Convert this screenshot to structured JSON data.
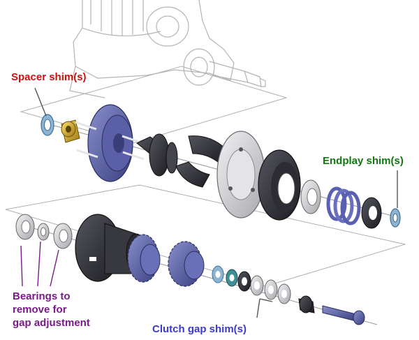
{
  "labels": {
    "spacer_shims": "Spacer shim(s)",
    "endplay_shims": "Endplay shim(s)",
    "bearings_line1": "Bearings to",
    "bearings_line2": "remove for",
    "bearings_line3": "gap adjustment",
    "clutch_gap_shims": "Clutch gap shim(s)"
  },
  "colors": {
    "spacer_label": "#cc1111",
    "endplay_label": "#117711",
    "bearings_label": "#7a1a8a",
    "clutch_label": "#3a3acc",
    "part_dark": "#2a2a30",
    "part_blue": "#4a4f9a",
    "part_gold": "#c8a020",
    "part_silver": "#c8c8cc",
    "shim_blue": "#7fa8c8",
    "sketch_line": "#b0b0b0"
  }
}
